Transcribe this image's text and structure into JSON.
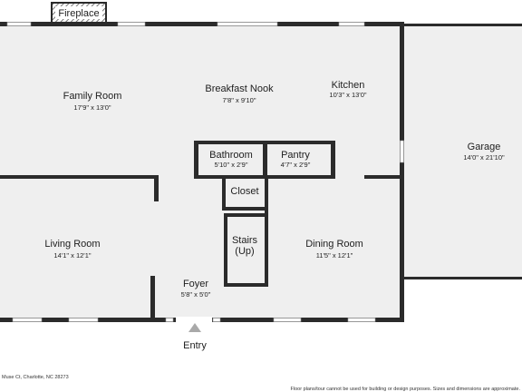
{
  "rooms": {
    "family_room": {
      "name": "Family Room",
      "dims": "17'9\" x 13'0\""
    },
    "breakfast_nook": {
      "name": "Breakfast Nook",
      "dims": "7'8\" x 9'10\""
    },
    "kitchen": {
      "name": "Kitchen",
      "dims": "10'3\" x 13'0\""
    },
    "garage": {
      "name": "Garage",
      "dims": "14'0\" x 21'10\""
    },
    "bathroom": {
      "name": "Bathroom",
      "dims": "5'10\" x 2'9\""
    },
    "pantry": {
      "name": "Pantry",
      "dims": "4'7\" x 2'9\""
    },
    "closet": {
      "name": "Closet"
    },
    "stairs": {
      "name": "Stairs",
      "note": "(Up)"
    },
    "living_room": {
      "name": "Living Room",
      "dims": "14'1\" x 12'1\""
    },
    "dining_room": {
      "name": "Dining Room",
      "dims": "11'5\" x 12'1\""
    },
    "foyer": {
      "name": "Foyer",
      "dims": "5'8\" x 5'0\""
    }
  },
  "fireplace": {
    "label": "Fireplace"
  },
  "entry": {
    "label": "Entry"
  },
  "footer": {
    "address": "Muse Ct, Charlotte, NC 28273",
    "disclaimer": "Floor plans/tour cannot be used for building or design purposes. Sizes and dimensions are approximate."
  },
  "colors": {
    "wall": "#2b2b2b",
    "floor": "#efefef",
    "hatch": "#555555"
  }
}
